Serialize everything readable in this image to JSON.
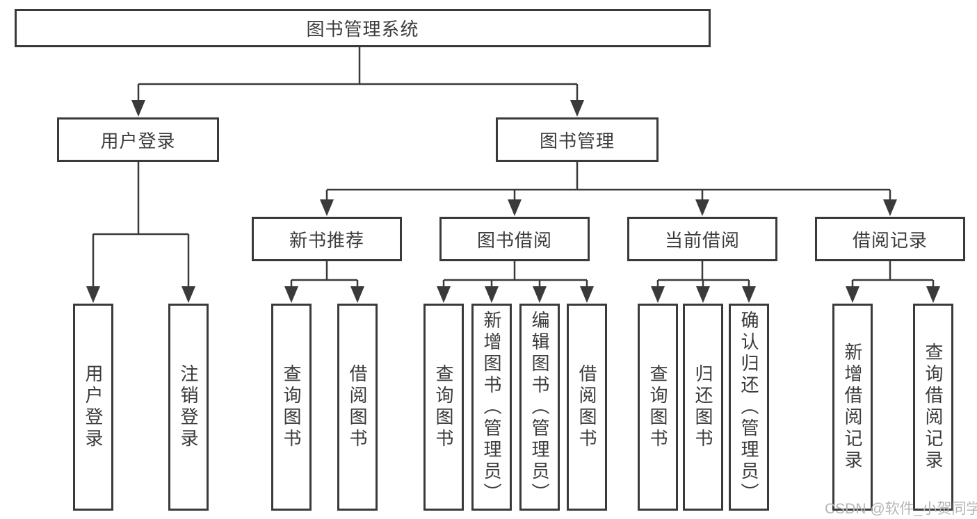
{
  "colors": {
    "line": "#3a3a3a",
    "box_border": "#3a3a3a",
    "text": "#3b3b3b",
    "watermark": "#b5b5b5",
    "background": "#ffffff"
  },
  "watermark": {
    "text": "CSDN @软件_小贺同学"
  },
  "tree": {
    "root": {
      "label": "图书管理系统"
    },
    "branches": [
      {
        "label": "用户登录",
        "children": [
          {
            "label": "用户登录"
          },
          {
            "label": "注销登录"
          }
        ]
      },
      {
        "label": "图书管理",
        "children": [
          {
            "label": "新书推荐",
            "children": [
              {
                "label": "查询图书"
              },
              {
                "label": "借阅图书"
              }
            ]
          },
          {
            "label": "图书借阅",
            "children": [
              {
                "label": "查询图书"
              },
              {
                "label": "新增图书（管理员）"
              },
              {
                "label": "编辑图书（管理员）"
              },
              {
                "label": "借阅图书"
              }
            ]
          },
          {
            "label": "当前借阅",
            "children": [
              {
                "label": "查询图书"
              },
              {
                "label": "归还图书"
              },
              {
                "label": "确认归还（管理员）"
              }
            ]
          },
          {
            "label": "借阅记录",
            "children": [
              {
                "label": "新增借阅记录"
              },
              {
                "label": "查询借阅记录"
              }
            ]
          }
        ]
      }
    ]
  }
}
